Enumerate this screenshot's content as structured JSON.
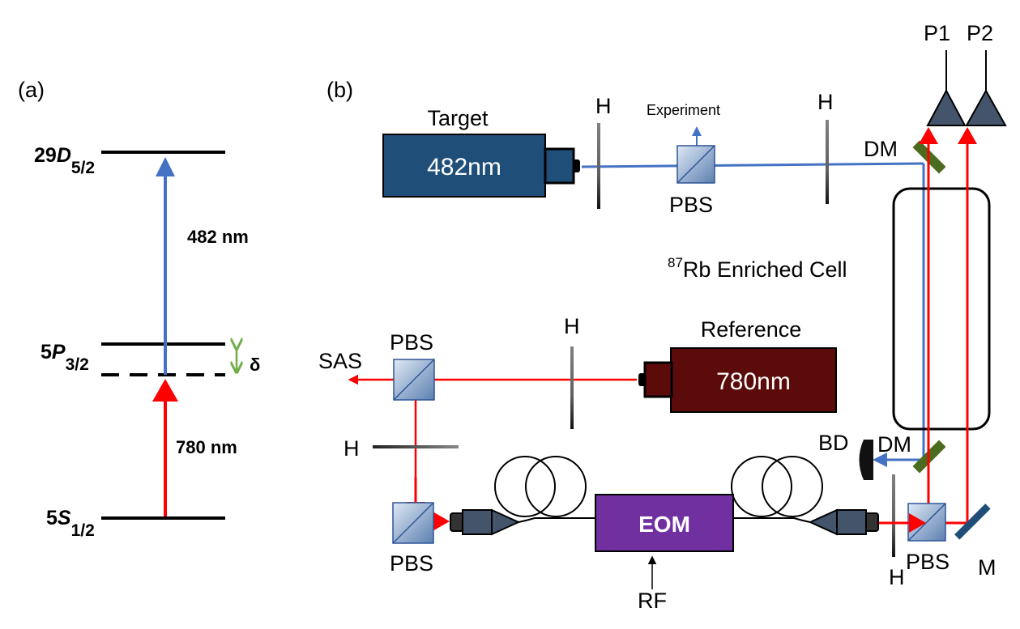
{
  "panel_a": {
    "label": "(a)",
    "levels": {
      "top": {
        "main": "29",
        "letter": "D",
        "sub": "5/2"
      },
      "mid": {
        "main": "5",
        "letter": "P",
        "sub": "3/2"
      },
      "bottom": {
        "main": "5",
        "letter": "S",
        "sub": "1/2"
      }
    },
    "transition_upper": "482 nm",
    "transition_lower": "780 nm",
    "detuning": "δ",
    "colors": {
      "blue_beam": "#4472c4",
      "red_beam": "#ff0000",
      "detuning_arrow": "#70ad47"
    }
  },
  "panel_b": {
    "label": "(b)",
    "target_title": "Target",
    "target_wavelength": "482nm",
    "reference_title": "Reference",
    "reference_wavelength": "780nm",
    "experiment": "Experiment",
    "cell_label_sup": "87",
    "cell_label_text": "Rb Enriched Cell",
    "eom": "EOM",
    "rf": "RF",
    "sas": "SAS",
    "pbs": "PBS",
    "h": "H",
    "dm": "DM",
    "bd": "BD",
    "m": "M",
    "p1": "P1",
    "p2": "P2",
    "colors": {
      "target_laser": "#1f4e79",
      "reference_laser": "#5c0b0b",
      "eom": "#7030a0",
      "dichroic": "#4b6b1e",
      "mirror": "#1f4e79",
      "detector": "#44546a"
    }
  }
}
